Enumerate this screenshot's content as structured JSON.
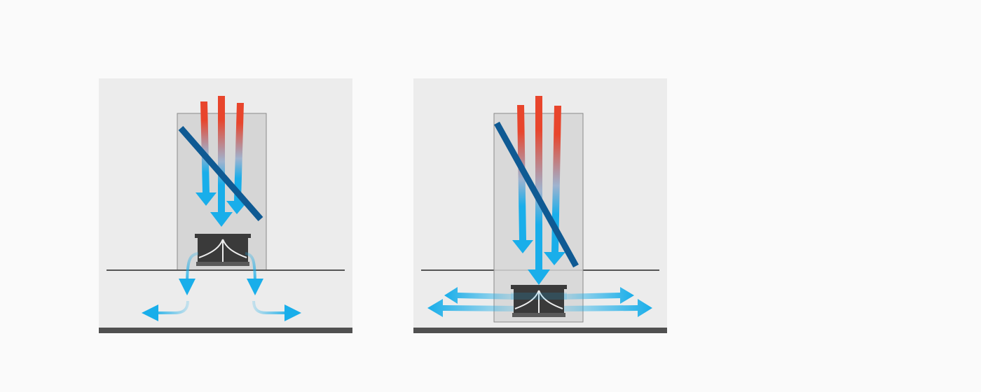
{
  "colors": {
    "page_background": "#fafafa",
    "panel_background": "#ececec",
    "enclosure_fill": "#d6d6d6",
    "enclosure_stroke": "#8a8a8a",
    "ceiling_line": "#555555",
    "floor_bar": "#505050",
    "hot_air": "#e8452c",
    "cool_air": "#19aeea",
    "baffle": "#0f5a93",
    "fan_dark": "#3a3a3a",
    "fan_mid": "#5a5a5a",
    "fan_blade": "#eeeeee"
  },
  "icons": {
    "hot_to_cool_airflow": "down-arrow-icon",
    "baffle": "diagonal-bar",
    "fan_unit": "fan-icon",
    "outflow": "arrow-icon"
  },
  "panels": [
    {
      "id": "left",
      "variant": "fan-below-baffle, airflow exits downward through ceiling"
    },
    {
      "id": "right",
      "variant": "fan at bottom of enclosure, airflow exits sideways"
    }
  ]
}
